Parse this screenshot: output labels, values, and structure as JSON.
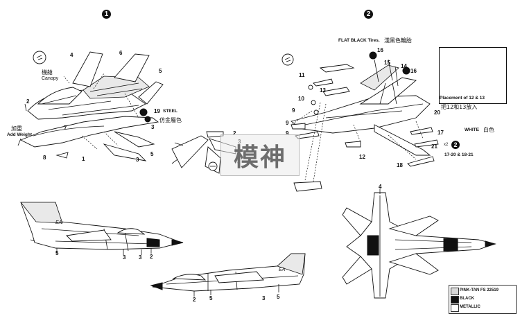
{
  "steps": {
    "one": "1",
    "two": "2"
  },
  "step1": {
    "canopy_cn": "機艙",
    "canopy_en": "Canopy",
    "weight_cn": "加重",
    "weight_en": "Add Weight",
    "steel_num": "19",
    "steel_en": "STEEL",
    "steel_cn": "仿金屬色",
    "parts": [
      "4",
      "6",
      "2",
      "5",
      "7",
      "8",
      "1",
      "3",
      "3",
      "5",
      "2",
      "3",
      "3"
    ]
  },
  "step2": {
    "tires_en": "FLAT BLACK Tires.",
    "tires_cn": "淺黑色輪胎",
    "placement_en": "Placement of 12 & 13",
    "placement_cn": "把12和13放入",
    "white_en": "WHITE",
    "white_cn": "白色",
    "ref_label": "17-20 & 18-21",
    "x2": "x2",
    "parts": [
      "16",
      "15",
      "14",
      "16",
      "11",
      "13",
      "10",
      "9",
      "9",
      "9",
      "12",
      "18",
      "20",
      "17",
      "21"
    ]
  },
  "lower_parts": [
    "5",
    "3",
    "3",
    "2",
    "2",
    "5",
    "3",
    "5",
    "4"
  ],
  "aircraft_code": "EA",
  "legend": {
    "items": [
      {
        "label": "PINK-TAN FS 22519",
        "color": "#d9d9d9"
      },
      {
        "label": "BLACK",
        "color": "#111111"
      },
      {
        "label": "METALLIC",
        "color": "#ffffff"
      }
    ]
  },
  "watermark": "模神"
}
